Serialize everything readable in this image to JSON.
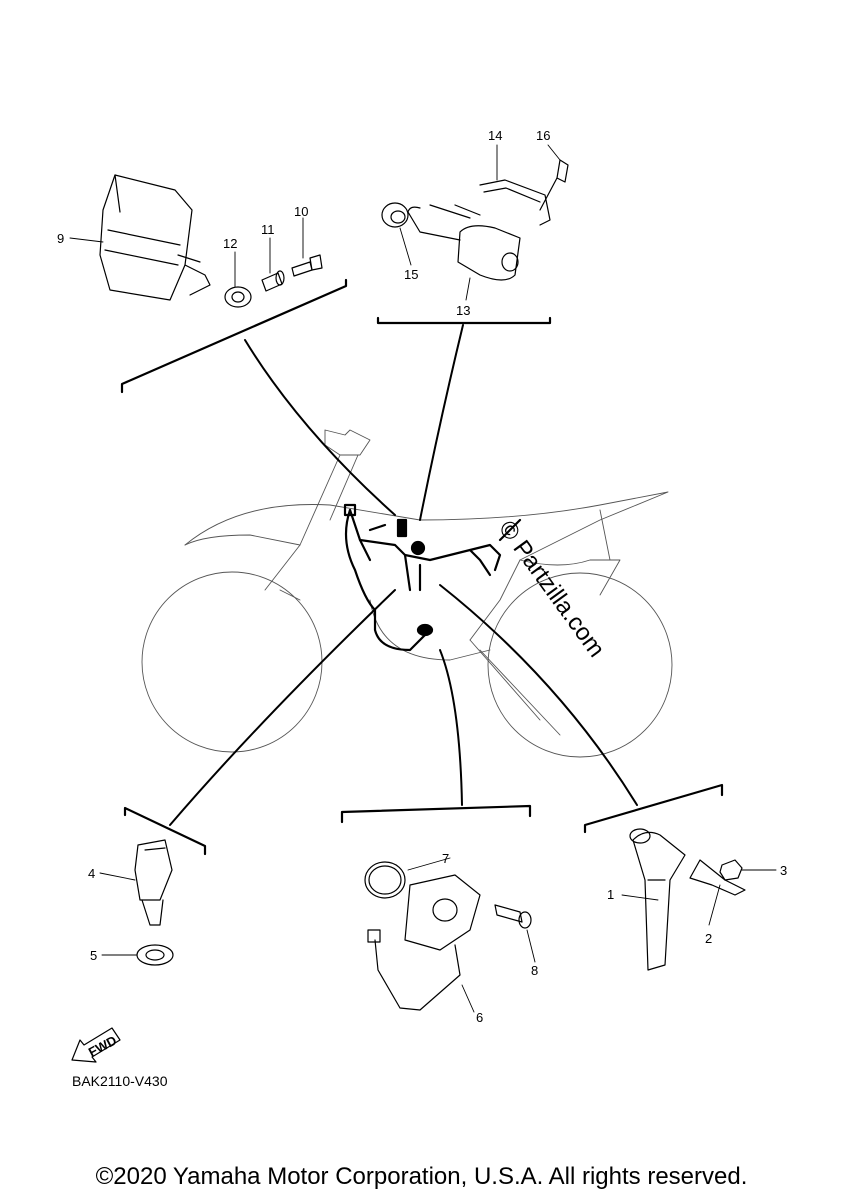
{
  "callouts": {
    "c1": "1",
    "c2": "2",
    "c3": "3",
    "c4": "4",
    "c5": "5",
    "c6": "6",
    "c7": "7",
    "c8": "8",
    "c9": "9",
    "c10": "10",
    "c11": "11",
    "c12": "12",
    "c13": "13",
    "c14": "14",
    "c15": "15",
    "c16": "16"
  },
  "fwd_label": "FWD",
  "diagram_code": "BAK2110-V430",
  "watermark": "© Partzilla.com",
  "copyright": "©2020 Yamaha Motor Corporation, U.S.A. All rights reserved."
}
